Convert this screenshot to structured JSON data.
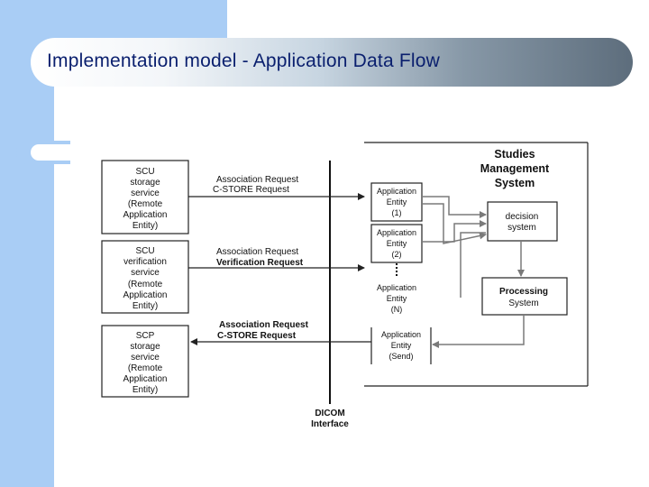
{
  "page": {
    "title": "Implementation model - Application Data Flow"
  },
  "diagram": {
    "system_title": [
      "Studies",
      "Management",
      "System"
    ],
    "remote_entities": [
      {
        "lines": [
          "SCU",
          "storage",
          "service",
          "(Remote",
          "Application",
          "Entity)"
        ]
      },
      {
        "lines": [
          "SCU",
          "verification",
          "service",
          "(Remote",
          "Application",
          "Entity)"
        ]
      },
      {
        "lines": [
          "SCP",
          "storage",
          "service",
          "(Remote",
          "Application",
          "Entity)"
        ]
      }
    ],
    "requests": [
      {
        "lines": [
          "Association Request",
          "C-STORE  Request"
        ]
      },
      {
        "lines": [
          "Association Request",
          "Verification Request"
        ]
      },
      {
        "lines": [
          "Association Request",
          "C-STORE Request"
        ]
      }
    ],
    "local_entities": [
      {
        "lines": [
          "Application",
          "Entity",
          "(1)"
        ]
      },
      {
        "lines": [
          "Application",
          "Entity",
          "(2)"
        ]
      },
      {
        "lines": [
          "Application",
          "Entity",
          "(N)"
        ]
      },
      {
        "lines": [
          "Application",
          "Entity",
          "(Send)"
        ]
      }
    ],
    "decision_system": [
      "decision",
      "system"
    ],
    "processing_system": [
      "Processing",
      "System"
    ],
    "interface_label": [
      "DICOM",
      "Interface"
    ]
  }
}
